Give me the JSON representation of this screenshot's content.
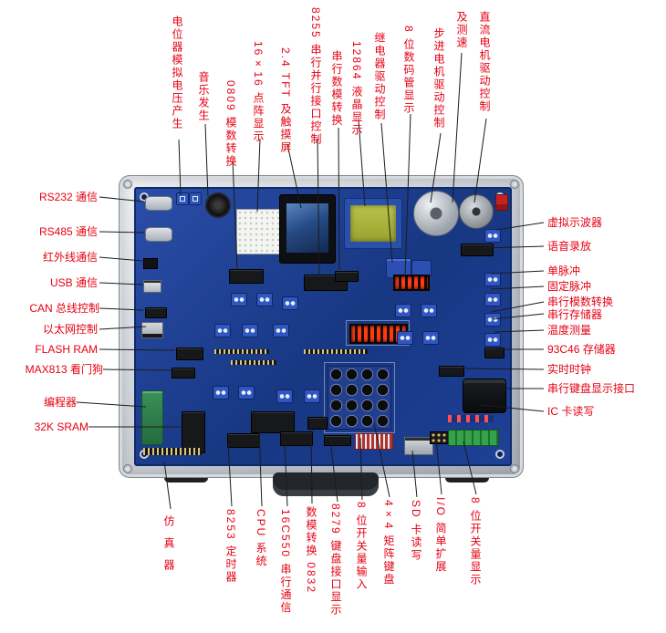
{
  "labels": {
    "top": [
      "电位器模拟电压产生",
      "音乐发生",
      "0809 模数转换",
      "16×16 点阵显示",
      "2.4 TFT 及触摸屏",
      "8255 串行并行接口控制",
      "串行数模转换",
      "12864 液晶显示",
      "继电器驱动控制",
      "8 位数码管显示",
      "步进电机驱动控制",
      "及测速",
      "直流电机驱动控制"
    ],
    "left": [
      "RS232 通信",
      "RS485 通信",
      "红外线通信",
      "USB 通信",
      "CAN 总线控制",
      "以太网控制",
      "FLASH RAM",
      "MAX813 看门狗",
      "编程器",
      "32K SRAM"
    ],
    "right": [
      "虚拟示波器",
      "语音录放",
      "单脉冲",
      "固定脉冲",
      "串行模数转换",
      "串行存储器",
      "温度测量",
      "93C46 存储器",
      "实时时钟",
      "串行键盘显示接口",
      "IC 卡读写"
    ],
    "bottom": [
      "仿真器",
      "8253 定时器",
      "CPU 系统",
      "16C550 串行通信",
      "数模转换 0832",
      "8279 键盘接口显示",
      "8 位开关量输入",
      "4×4 矩阵键盘",
      "SD 卡读写",
      "I/O 简单扩展",
      "8 位开关量显示"
    ]
  },
  "colors": {
    "label_red": "#e60012",
    "pcb_blue": "#1c3c92",
    "case_silver": "#c9ced4",
    "lcd_green": "#aab23c",
    "segment_red": "#ff3b10",
    "terminal_green": "#2f9e44"
  }
}
